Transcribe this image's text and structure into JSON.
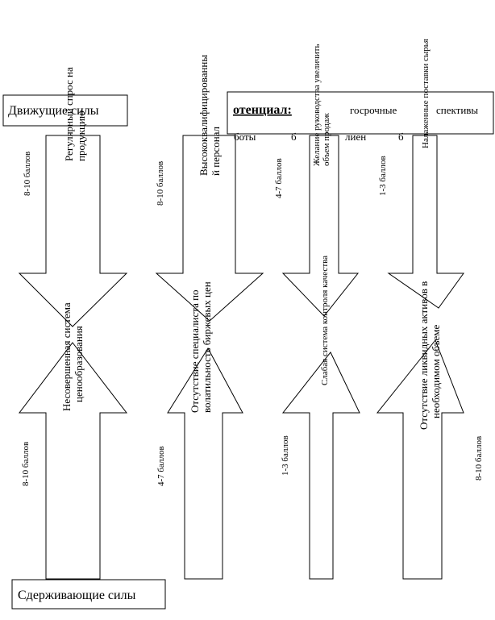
{
  "header": {
    "driving_label": "Движущие силы",
    "potential_label": "отенциал:",
    "longterm_label": "госрочные",
    "perspectives_label": "спективы",
    "frag_work": "боты",
    "frag_b1": "б",
    "frag_client": "лиен",
    "frag_b2": "б"
  },
  "footer": {
    "restraining_label": "Сдерживающие силы"
  },
  "driving_forces": [
    {
      "text_lines": [
        "Регулярный спрос на",
        "продукцию"
      ],
      "score": "8-10 баллов"
    },
    {
      "text_lines": [
        "Высококвалифицированны",
        "й персонал"
      ],
      "score": "8-10 баллов"
    },
    {
      "text_lines": [
        "Желание руководства увеличить",
        "объем продаж"
      ],
      "score": "4-7 баллов"
    },
    {
      "text_lines": [
        "Налаженные поставки сырья"
      ],
      "score": "1-3 баллов"
    }
  ],
  "restraining_forces": [
    {
      "text_lines": [
        "Несовершенная система",
        "ценообразования"
      ],
      "score": "8-10 баллов"
    },
    {
      "text_lines": [
        "Отсутствие специалиста по",
        "волатильность биржевых цен"
      ],
      "score": "4-7 баллов"
    },
    {
      "text_lines": [
        "Слабая система контроля качества"
      ],
      "score": "1-3 баллов"
    },
    {
      "text_lines": [
        "Отсутствие ликвидных активов в",
        "необходимом объеме"
      ],
      "score": "8-10 баллов"
    }
  ]
}
